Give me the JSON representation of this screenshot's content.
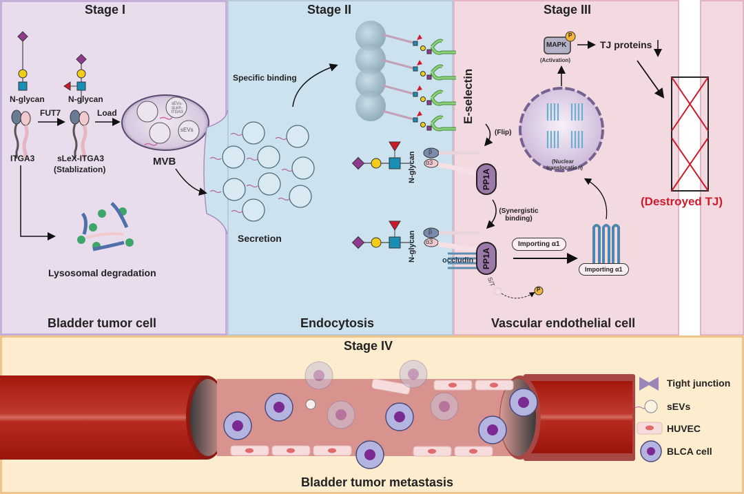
{
  "stage1": {
    "title": "Stage I",
    "nglycan_left": "N-glycan",
    "nglycan_right": "N-glycan",
    "fut7": "FUT7",
    "load": "Load",
    "itga3": "ITGA3",
    "slex_itga3": "sLeX-ITGA3",
    "stabilization": "(Stablization)",
    "mvb": "MVB",
    "mvb_vesicle1": "sEVs-sLeX-ITGA3",
    "mvb_vesicle2": "sEVs",
    "lysosomal": "Lysosomal degradation",
    "footer": "Bladder tumor cell"
  },
  "stage2": {
    "title": "Stage II",
    "specific_binding": "Specific binding",
    "secretion": "Secretion",
    "nglycan_upper": "N-glycan",
    "nglycan_lower": "N-glycan",
    "beta": "β",
    "alpha3": "α3",
    "occludin": "occludin",
    "footer": "Endocytosis"
  },
  "stage3": {
    "title": "Stage III",
    "e_selectin": "E-selectin",
    "flip": "(Flip)",
    "pp1a": "PP1A",
    "synergistic": "(Synergistic binding)",
    "importing_a1_arrow": "Importing α1",
    "importing_a1_box": "Importing α1",
    "st": "S/T",
    "p": "P",
    "mapk": "MAPK",
    "activation": "(Activation)",
    "tj_proteins": "TJ proteins",
    "nuclear": "(Nuclear translocation)",
    "destroyed_tj": "(Destroyed TJ)",
    "footer": "Vascular endothelial cell"
  },
  "stage4": {
    "title": "Stage IV",
    "footer": "Bladder tumor metastasis",
    "legend": [
      {
        "icon": "tight-junction-icon",
        "label": "Tight junction"
      },
      {
        "icon": "sev-icon",
        "label": "sEVs"
      },
      {
        "icon": "huvec-icon",
        "label": "HUVEC"
      },
      {
        "icon": "blca-cell-icon",
        "label": "BLCA cell"
      }
    ]
  },
  "colors": {
    "stage1_bg": "#e8dced",
    "stage2_bg": "#cce2ef",
    "stage3_bg": "#f3d9e0",
    "stage4_bg": "#fdeccd",
    "vessel_red": "#a61b12",
    "glycan_diamond": "#8e3a8e",
    "glycan_circle": "#f2cc1a",
    "glycan_square": "#1a8fb5",
    "fucose_triangle": "#d0192a",
    "e_selectin_green": "#7cc86a",
    "destroyed_red": "#cc1b2b"
  }
}
